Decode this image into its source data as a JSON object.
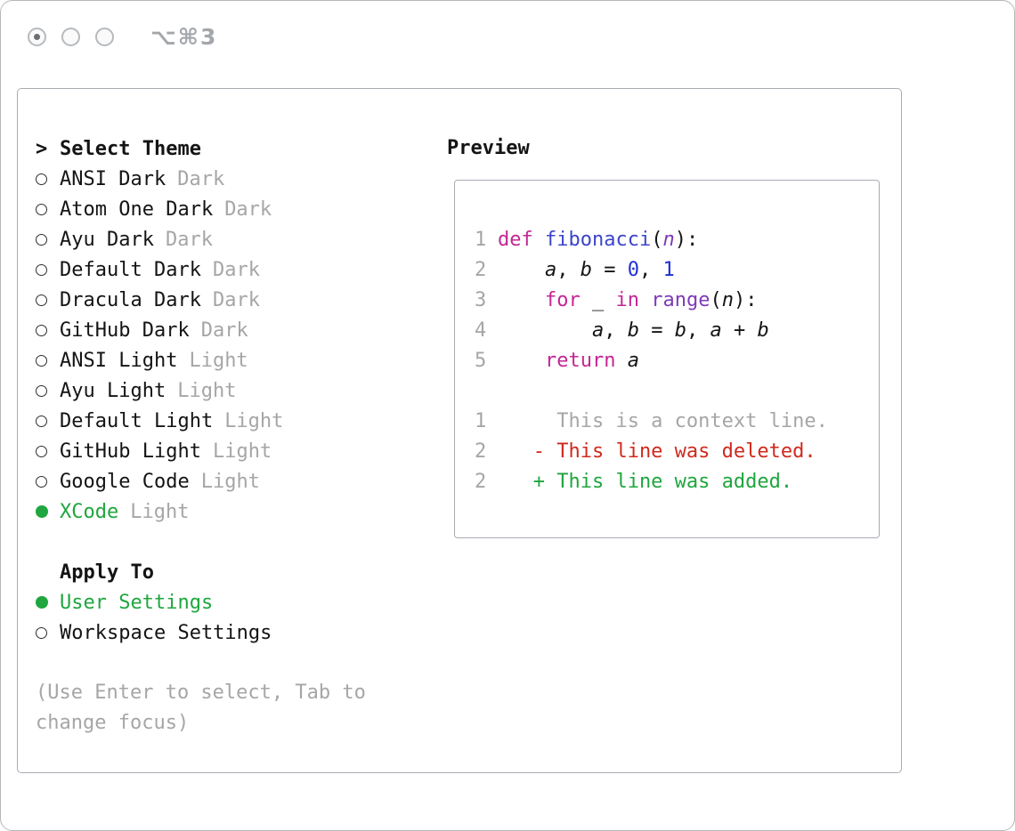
{
  "titlebar": {
    "shortcut": "⌥⌘3"
  },
  "theme_selector": {
    "prompt": ">",
    "title": "Select Theme",
    "items": [
      {
        "label": "ANSI Dark",
        "variant": "Dark",
        "selected": false
      },
      {
        "label": "Atom One Dark",
        "variant": "Dark",
        "selected": false
      },
      {
        "label": "Ayu Dark",
        "variant": "Dark",
        "selected": false
      },
      {
        "label": "Default Dark",
        "variant": "Dark",
        "selected": false
      },
      {
        "label": "Dracula Dark",
        "variant": "Dark",
        "selected": false
      },
      {
        "label": "GitHub Dark",
        "variant": "Dark",
        "selected": false
      },
      {
        "label": "ANSI Light",
        "variant": "Light",
        "selected": false
      },
      {
        "label": "Ayu Light",
        "variant": "Light",
        "selected": false
      },
      {
        "label": "Default Light",
        "variant": "Light",
        "selected": false
      },
      {
        "label": "GitHub Light",
        "variant": "Light",
        "selected": false
      },
      {
        "label": "Google Code",
        "variant": "Light",
        "selected": false
      },
      {
        "label": "XCode",
        "variant": "Light",
        "selected": true
      }
    ]
  },
  "apply_to": {
    "title": "Apply To",
    "options": [
      {
        "label": "User Settings",
        "selected": true
      },
      {
        "label": "Workspace Settings",
        "selected": false
      }
    ]
  },
  "hint": {
    "text": "(Use Enter to select, Tab to change focus)"
  },
  "preview": {
    "title": "Preview",
    "lines": [
      {
        "num": "1",
        "tokens": [
          [
            "def",
            "kw"
          ],
          [
            " ",
            ""
          ],
          [
            "fibonacci",
            "fn"
          ],
          [
            "(",
            ""
          ],
          [
            "n",
            "pa"
          ],
          [
            "):",
            ""
          ]
        ]
      },
      {
        "num": "2",
        "tokens": [
          [
            "    ",
            ""
          ],
          [
            "a",
            "va"
          ],
          [
            ", ",
            ""
          ],
          [
            "b",
            "va"
          ],
          [
            " = ",
            ""
          ],
          [
            "0",
            "nu"
          ],
          [
            ", ",
            ""
          ],
          [
            "1",
            "nu"
          ]
        ]
      },
      {
        "num": "3",
        "tokens": [
          [
            "    ",
            ""
          ],
          [
            "for",
            "kw"
          ],
          [
            " ",
            ""
          ],
          [
            "_",
            "va"
          ],
          [
            " ",
            ""
          ],
          [
            "in",
            "kw"
          ],
          [
            " ",
            ""
          ],
          [
            "range",
            "bi"
          ],
          [
            "(",
            ""
          ],
          [
            "n",
            "va"
          ],
          [
            "):",
            ""
          ]
        ]
      },
      {
        "num": "4",
        "tokens": [
          [
            "        ",
            ""
          ],
          [
            "a",
            "va"
          ],
          [
            ", ",
            ""
          ],
          [
            "b",
            "va"
          ],
          [
            " = ",
            ""
          ],
          [
            "b",
            "va"
          ],
          [
            ", ",
            ""
          ],
          [
            "a",
            "va"
          ],
          [
            " + ",
            ""
          ],
          [
            "b",
            "va"
          ]
        ]
      },
      {
        "num": "5",
        "tokens": [
          [
            "    ",
            ""
          ],
          [
            "return",
            "kw"
          ],
          [
            " ",
            ""
          ],
          [
            "a",
            "va"
          ]
        ]
      },
      {
        "num": "",
        "tokens": []
      },
      {
        "num": "1",
        "tokens": [
          [
            "     This is a context line.",
            "ctx"
          ]
        ]
      },
      {
        "num": "2",
        "tokens": [
          [
            "   - This line was deleted.",
            "del"
          ]
        ]
      },
      {
        "num": "2",
        "tokens": [
          [
            "   + This line was added.",
            "add"
          ]
        ]
      }
    ]
  },
  "colors": {
    "accent_green": "#1fa63e",
    "muted_gray": "#a6a6a6",
    "border_gray": "#a7acb2",
    "text": "#141414",
    "code_keyword": "#c32694",
    "code_function": "#3b44cb",
    "code_number": "#1f2fd4",
    "code_builtin": "#7e3ab8",
    "diff_deleted": "#cf2a1e",
    "diff_added": "#1fa63e"
  }
}
